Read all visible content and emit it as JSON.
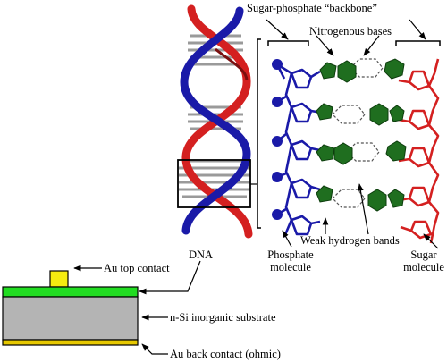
{
  "labels": {
    "backbone": "Sugar-phosphate “backbone”",
    "bases": "Nitrogenous bases",
    "dna": "DNA",
    "weak_hbonds": "Weak hydrogen bands",
    "phosphate_line1": "Phosphate",
    "phosphate_line2": "molecule",
    "sugar_line1": "Sugar",
    "sugar_line2": "molecule",
    "au_top": "Au top contact",
    "nsi": "n-Si inorganic substrate",
    "au_back": "Au back contact (ohmic)"
  },
  "colors": {
    "strand_blue": "#1a1aa8",
    "strand_red": "#d42020",
    "base_green": "#1f6e1f",
    "rung_gray": "#9a9a9a",
    "top_contact_yellow": "#f5ec10",
    "green_layer": "#22dd22",
    "substrate_gray": "#b4b4b4",
    "back_contact": "#e6c800"
  }
}
